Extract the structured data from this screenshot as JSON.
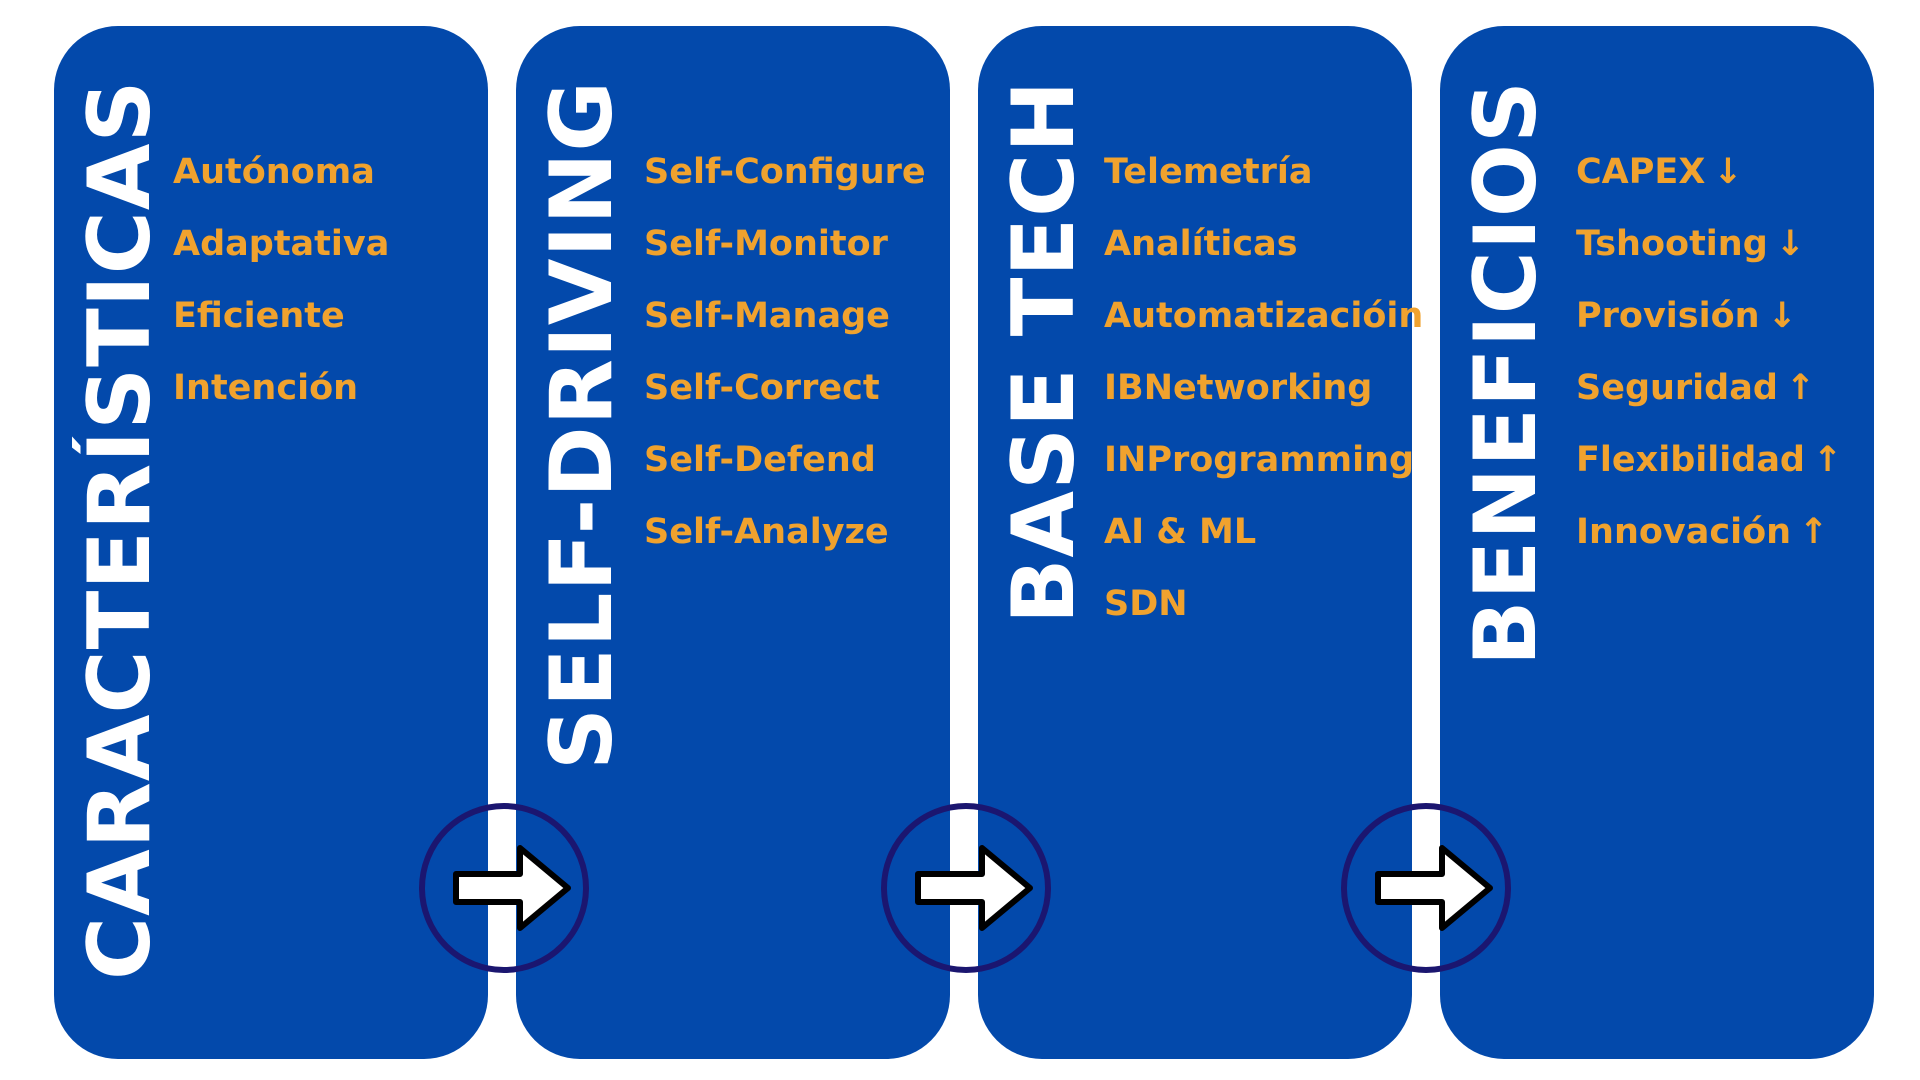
{
  "colors": {
    "panel": "#0349AB",
    "title_text": "#FFFFFF",
    "item_text": "#F0A22E",
    "connector_ring": "#1B1670",
    "connector_arrow_fill": "#FFFFFF",
    "connector_arrow_stroke": "#000000"
  },
  "panels": [
    {
      "title": "CARACTERÍSTICAS",
      "items": [
        {
          "label": "Autónoma"
        },
        {
          "label": "Adaptativa"
        },
        {
          "label": "Eficiente"
        },
        {
          "label": "Intención"
        }
      ]
    },
    {
      "title": "SELF-DRIVING",
      "items": [
        {
          "label": "Self-Configure"
        },
        {
          "label": "Self-Monitor"
        },
        {
          "label": "Self-Manage"
        },
        {
          "label": "Self-Correct"
        },
        {
          "label": "Self-Defend"
        },
        {
          "label": "Self-Analyze"
        }
      ]
    },
    {
      "title": "BASE TECH",
      "items": [
        {
          "label": "Telemetría"
        },
        {
          "label": "Analíticas"
        },
        {
          "label": "Automatizacióin"
        },
        {
          "label": "IBNetworking"
        },
        {
          "label": "INProgramming"
        },
        {
          "label": "AI & ML"
        },
        {
          "label": "SDN"
        }
      ]
    },
    {
      "title": "BENEFICIOS",
      "items": [
        {
          "label": "CAPEX",
          "trend": "↓"
        },
        {
          "label": "Tshooting",
          "trend": "↓"
        },
        {
          "label": "Provisión",
          "trend": "↓"
        },
        {
          "label": "Seguridad",
          "trend": "↑"
        },
        {
          "label": "Flexibilidad",
          "trend": "↑"
        },
        {
          "label": "Innovación",
          "trend": "↑"
        }
      ]
    }
  ],
  "connectors": [
    {
      "icon": "right-arrow-icon"
    },
    {
      "icon": "right-arrow-icon"
    },
    {
      "icon": "right-arrow-icon"
    }
  ]
}
